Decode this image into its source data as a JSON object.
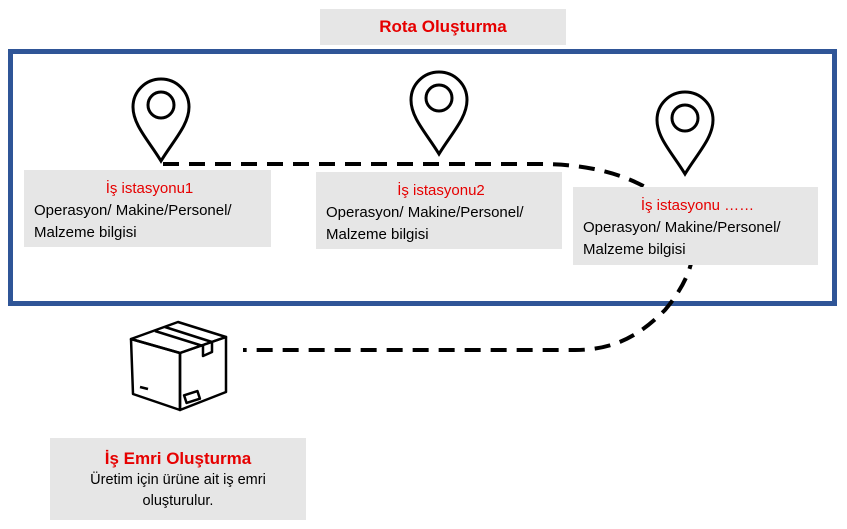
{
  "title": "Rota Oluşturma",
  "colors": {
    "title_text": "#e60000",
    "frame_border": "#2f5597",
    "box_fill": "#e6e6e6",
    "route_line": "#000000"
  },
  "stations": [
    {
      "name": "İş istasyonu1",
      "info": "Operasyon/ Makine/Personel/ Malzeme bilgisi",
      "icon": "location-pin-icon"
    },
    {
      "name": "İş istasyonu2",
      "info": "Operasyon/ Makine/Personel/ Malzeme bilgisi",
      "icon": "location-pin-icon"
    },
    {
      "name": "İş istasyonu ……",
      "info": "Operasyon/ Makine/Personel/ Malzeme bilgisi",
      "icon": "location-pin-icon"
    }
  ],
  "work_order": {
    "title": "İş Emri Oluşturma",
    "description": "Üretim için ürüne ait iş emri oluşturulur.",
    "icon": "package-box-icon"
  }
}
